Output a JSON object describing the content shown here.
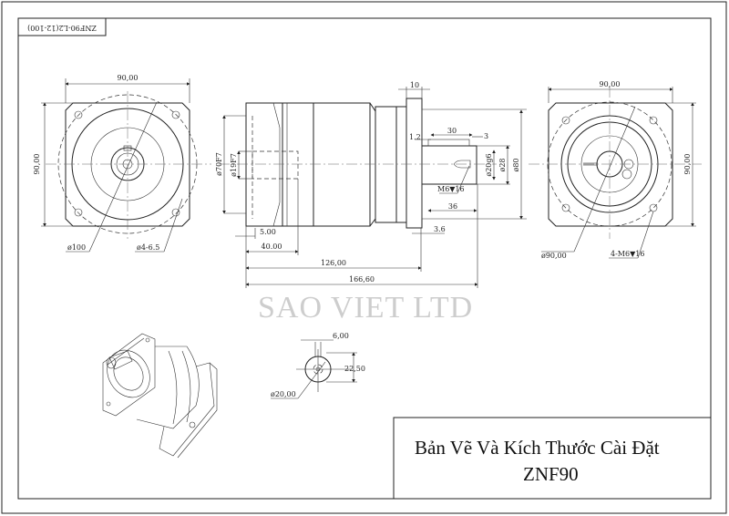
{
  "drawing": {
    "code_label": "ZNF90-L2(12-100)",
    "watermark": "SAO VIET LTD",
    "title_line1": "Bản Vẽ Và Kích Thước Cài Đặt",
    "title_line2": "ZNF90"
  },
  "front_view": {
    "width": "90,00",
    "height": "90,00",
    "pcd": "ø100",
    "holes": "ø4-6.5"
  },
  "side_view": {
    "flange_thickness": "10",
    "d70": "ø70F7",
    "d19": "ø19F7",
    "shaft_gap": "1.2",
    "key_length": "30",
    "key_offset": "3",
    "shaft_d": "ø20g6",
    "d28": "ø28",
    "d80": "ø80",
    "tap": "M6▼16",
    "shaft_length": "36",
    "spigot": "3.6",
    "d5": "5.00",
    "d40": "40.00",
    "d126": "126,00",
    "d166": "166,60"
  },
  "rear_view": {
    "width": "90,00",
    "height": "90,00",
    "pcd": "ø90,00",
    "holes": "4-M6▼16"
  },
  "key_section": {
    "key_width": "6,00",
    "height": "22,50",
    "diameter": "ø20,00"
  }
}
